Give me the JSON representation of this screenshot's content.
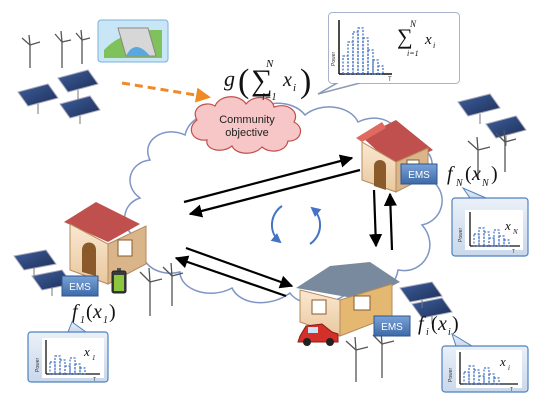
{
  "community": {
    "objective_line1": "Community",
    "objective_line2": "objective",
    "g_func": "g",
    "sum_var": "x",
    "sum_sub": "i=1",
    "sum_sup": "N",
    "sum_index": "i"
  },
  "ems_label": "EMS",
  "agents": {
    "home_1": {
      "func": "f",
      "index": "1",
      "var": "x",
      "chart_var": "x",
      "chart_index": "1"
    },
    "home_n": {
      "func": "f",
      "index": "N",
      "var": "x",
      "chart_var": "x",
      "chart_index": "N"
    },
    "home_i": {
      "func": "f",
      "index": "i",
      "var": "x",
      "chart_var": "x",
      "chart_index": "i"
    }
  },
  "chart": {
    "y_axis_label": "Power",
    "x_axis_label": "T"
  },
  "colors": {
    "cloud_fill": "#ffffff",
    "cloud_stroke": "#7f96c4",
    "objective_fill": "#f7c6c6",
    "objective_stroke": "#c0504d",
    "ems_fill": "#4f81bd",
    "callout_fill": "#dbe6f4",
    "callout_stroke": "#4f81bd",
    "dashed_arrow": "#f08a24",
    "cycle_arrows": "#4472c4",
    "roof": "#c0504d",
    "wall": "#f4dcbf"
  },
  "icons": [
    "wind-turbine-icon",
    "solar-panel-icon",
    "hydro-dam-icon",
    "house-icon",
    "battery-icon",
    "electric-car-icon",
    "cycle-arrows-icon"
  ]
}
